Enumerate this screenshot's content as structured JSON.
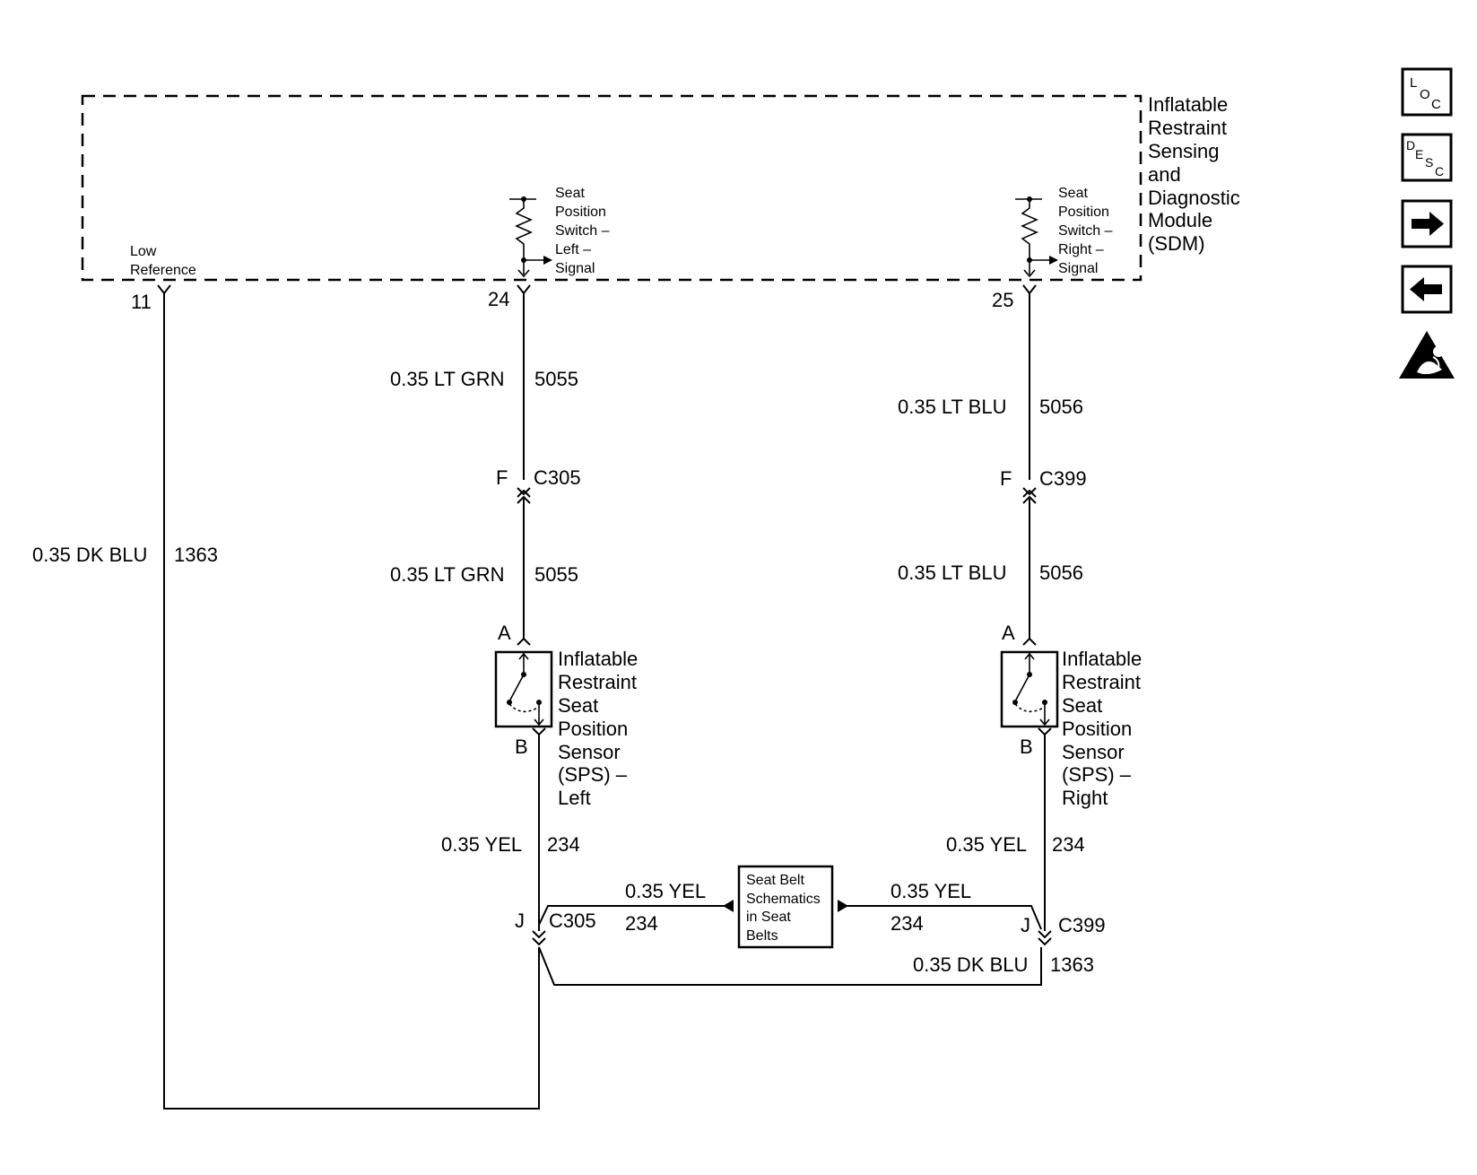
{
  "module": {
    "name_lines": [
      "Inflatable",
      "Restraint",
      "Sensing",
      "and",
      "Diagnostic",
      "Module",
      "(SDM)"
    ],
    "low_ref_lines": [
      "Low",
      "Reference"
    ],
    "switch_left_lines": [
      "Seat",
      "Position",
      "Switch –",
      "Left –",
      "Signal"
    ],
    "switch_right_lines": [
      "Seat",
      "Position",
      "Switch –",
      "Right –",
      "Signal"
    ],
    "pins": {
      "low_ref": "11",
      "left": "24",
      "right": "25"
    }
  },
  "wires": {
    "lt_grn": {
      "label": "0.35 LT GRN",
      "circuit": "5055"
    },
    "lt_blu": {
      "label": "0.35 LT BLU",
      "circuit": "5056"
    },
    "dk_blu": {
      "label": "0.35 DK BLU",
      "circuit": "1363"
    },
    "yel": {
      "label": "0.35 YEL",
      "circuit": "234"
    }
  },
  "connectors": {
    "left_upper": {
      "pin": "F",
      "name": "C305"
    },
    "right_upper": {
      "pin": "F",
      "name": "C399"
    },
    "left_lower": {
      "pin": "J",
      "name": "C305"
    },
    "right_lower": {
      "pin": "J",
      "name": "C399"
    }
  },
  "sensors": {
    "left": {
      "pin_a": "A",
      "pin_b": "B",
      "name_lines": [
        "Inflatable",
        "Restraint",
        "Seat",
        "Position",
        "Sensor",
        "(SPS) –",
        "Left"
      ]
    },
    "right": {
      "pin_a": "A",
      "pin_b": "B",
      "name_lines": [
        "Inflatable",
        "Restraint",
        "Seat",
        "Position",
        "Sensor",
        "(SPS) –",
        "Right"
      ]
    }
  },
  "seat_belt_ref": {
    "lines": [
      "Seat Belt",
      "Schematics",
      "in Seat",
      "Belts"
    ]
  },
  "nav": {
    "loc": {
      "l": "L",
      "o": "O",
      "c": "C"
    },
    "desc": {
      "d": "D",
      "e": "E",
      "s": "S",
      "c": "C"
    },
    "next_icon": "arrow-right-icon",
    "prev_icon": "arrow-left-icon",
    "warning_icon": "airbag-warning-icon"
  }
}
